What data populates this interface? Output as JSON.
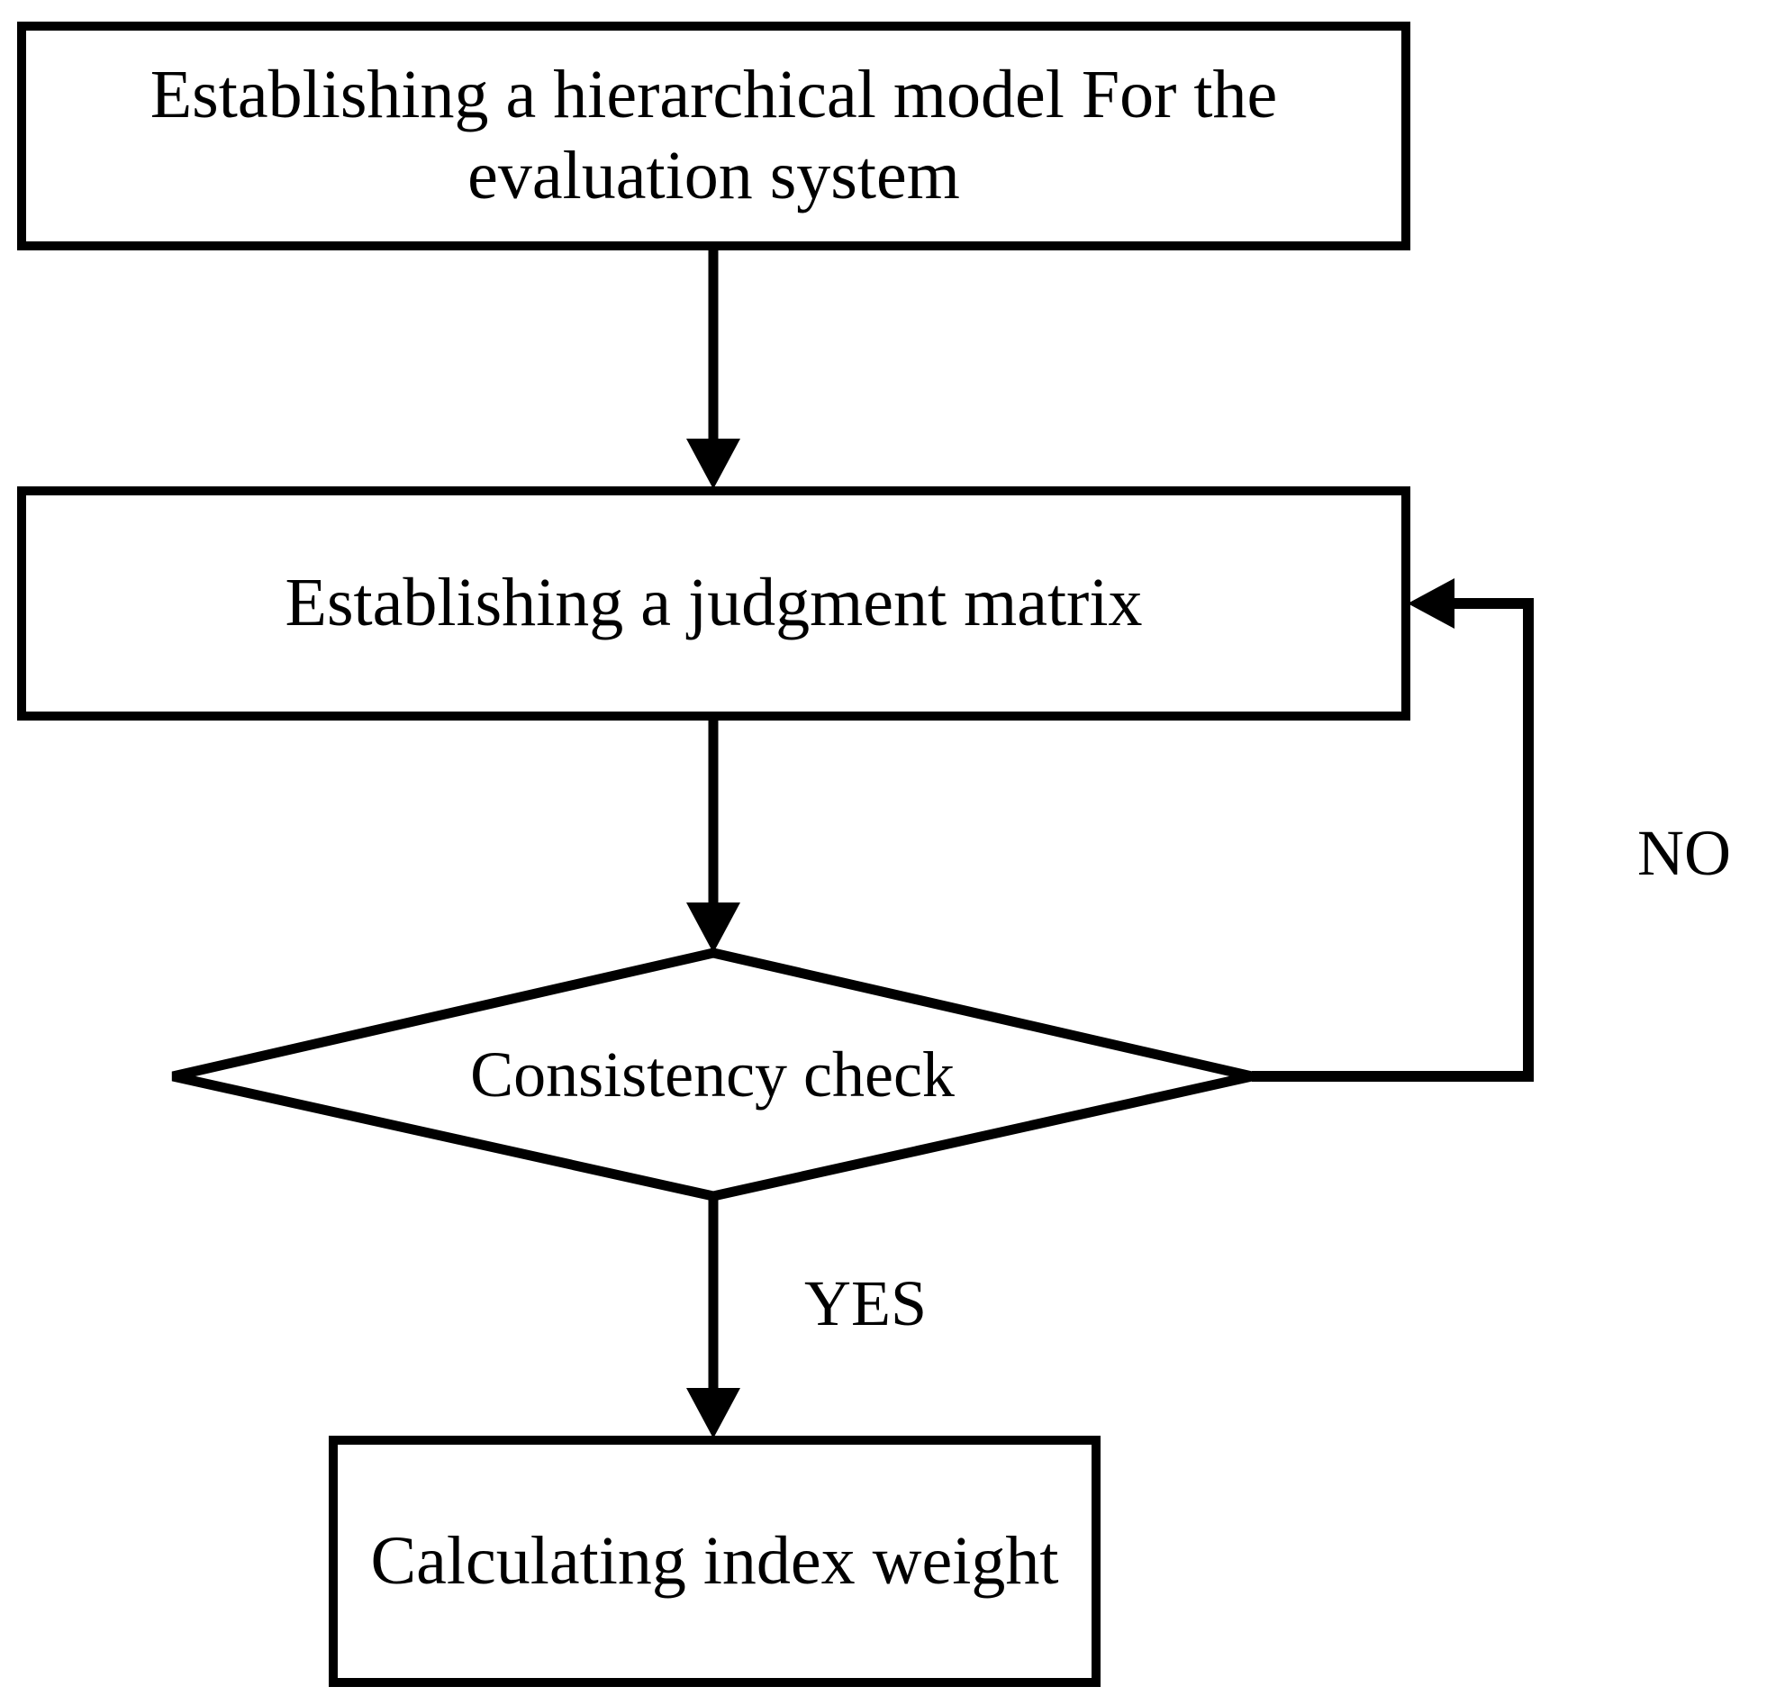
{
  "diagram": {
    "title": "AHP evaluation flowchart",
    "type": "flowchart",
    "background_color": "#ffffff",
    "stroke_color": "#000000",
    "nodes": [
      {
        "id": "box-1",
        "shape": "rectangle",
        "label": "Establishing a hierarchical model For the evaluation system"
      },
      {
        "id": "box-2",
        "shape": "rectangle",
        "label": "Establishing a judgment matrix"
      },
      {
        "id": "diamond",
        "shape": "diamond",
        "label": "Consistency check"
      },
      {
        "id": "box-3",
        "shape": "rectangle",
        "label": "Calculating index weight"
      }
    ],
    "edges": [
      {
        "id": "edge-1",
        "from": "box-1",
        "to": "box-2",
        "label": ""
      },
      {
        "id": "edge-2",
        "from": "box-2",
        "to": "diamond",
        "label": ""
      },
      {
        "id": "edge-no",
        "from": "diamond",
        "to": "box-2",
        "label": "NO"
      },
      {
        "id": "edge-yes",
        "from": "diamond",
        "to": "box-3",
        "label": "YES"
      }
    ],
    "labels": {
      "no": "NO",
      "yes": "YES"
    }
  }
}
